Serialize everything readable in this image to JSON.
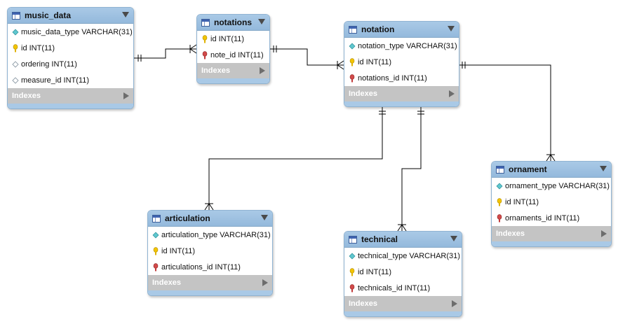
{
  "tables": {
    "music_data": {
      "name": "music_data",
      "columns": [
        {
          "text": "music_data_type VARCHAR(31)",
          "icon": "diamond-cyan-icon"
        },
        {
          "text": "id INT(11)",
          "icon": "key-icon"
        },
        {
          "text": "ordering INT(11)",
          "icon": "diamond-hollow-icon"
        },
        {
          "text": "measure_id INT(11)",
          "icon": "diamond-hollow-icon"
        }
      ],
      "indexes_label": "Indexes"
    },
    "notations": {
      "name": "notations",
      "columns": [
        {
          "text": "id INT(11)",
          "icon": "key-icon"
        },
        {
          "text": "note_id INT(11)",
          "icon": "foreign-key-icon"
        }
      ],
      "indexes_label": "Indexes"
    },
    "notation": {
      "name": "notation",
      "columns": [
        {
          "text": "notation_type VARCHAR(31)",
          "icon": "diamond-cyan-icon"
        },
        {
          "text": "id INT(11)",
          "icon": "key-icon"
        },
        {
          "text": "notations_id INT(11)",
          "icon": "foreign-key-icon"
        }
      ],
      "indexes_label": "Indexes"
    },
    "ornament": {
      "name": "ornament",
      "columns": [
        {
          "text": "ornament_type VARCHAR(31)",
          "icon": "diamond-cyan-icon"
        },
        {
          "text": "id INT(11)",
          "icon": "key-icon"
        },
        {
          "text": "ornaments_id INT(11)",
          "icon": "foreign-key-icon"
        }
      ],
      "indexes_label": "Indexes"
    },
    "articulation": {
      "name": "articulation",
      "columns": [
        {
          "text": "articulation_type VARCHAR(31)",
          "icon": "diamond-cyan-icon"
        },
        {
          "text": "id INT(11)",
          "icon": "key-icon"
        },
        {
          "text": "articulations_id INT(11)",
          "icon": "foreign-key-icon"
        }
      ],
      "indexes_label": "Indexes"
    },
    "technical": {
      "name": "technical",
      "columns": [
        {
          "text": "technical_type VARCHAR(31)",
          "icon": "diamond-cyan-icon"
        },
        {
          "text": "id INT(11)",
          "icon": "key-icon"
        },
        {
          "text": "technicals_id INT(11)",
          "icon": "foreign-key-icon"
        }
      ],
      "indexes_label": "Indexes"
    }
  },
  "relationships": [
    {
      "from": "music_data",
      "to": "notations",
      "cardinality": "one-to-many"
    },
    {
      "from": "notations",
      "to": "notation",
      "cardinality": "one-to-many"
    },
    {
      "from": "notation",
      "to": "ornament",
      "cardinality": "one-to-many"
    },
    {
      "from": "notation",
      "to": "articulation",
      "cardinality": "one-to-many"
    },
    {
      "from": "notation",
      "to": "technical",
      "cardinality": "one-to-many"
    }
  ],
  "colors": {
    "header": "#a9c9e6",
    "border": "#8fb3d2",
    "indexes_bar": "#c4c4c4",
    "key": "#f2c400",
    "foreign_key": "#c84040",
    "attribute": "#5fc7cf",
    "line": "#000000"
  }
}
